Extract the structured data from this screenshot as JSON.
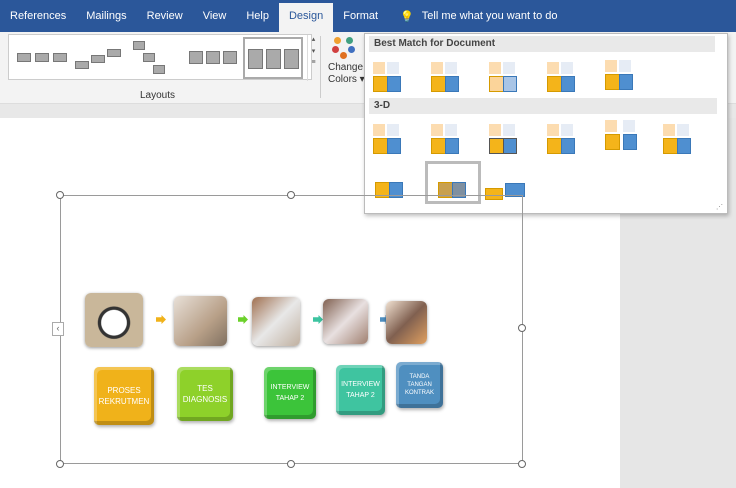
{
  "tabs": [
    {
      "label": "References"
    },
    {
      "label": "Mailings"
    },
    {
      "label": "Review"
    },
    {
      "label": "View"
    },
    {
      "label": "Help"
    },
    {
      "label": "Design",
      "active": true
    },
    {
      "label": "Format"
    }
  ],
  "tell_me": "Tell me what you want to do",
  "ribbon": {
    "layouts_label": "Layouts",
    "change_colors_line1": "Change",
    "change_colors_line2": "Colors ▾"
  },
  "panel": {
    "section1": "Best Match for Document",
    "section2": "3-D"
  },
  "smartart": {
    "steps": [
      {
        "label": "PROSES REKRUTMEN",
        "color": "#f0b21a"
      },
      {
        "label": "TES DIAGNOSIS",
        "color": "#8ed12a"
      },
      {
        "label": "INTERVIEW TAHAP 2",
        "color": "#3cc43a"
      },
      {
        "label": "INTERVIEW TAHAP 2",
        "color": "#3fc4a0"
      },
      {
        "label": "TANDA TANGAN KONTRAK",
        "color": "#4f8fc0"
      }
    ]
  },
  "colors": {
    "accent": "#2b579a"
  }
}
